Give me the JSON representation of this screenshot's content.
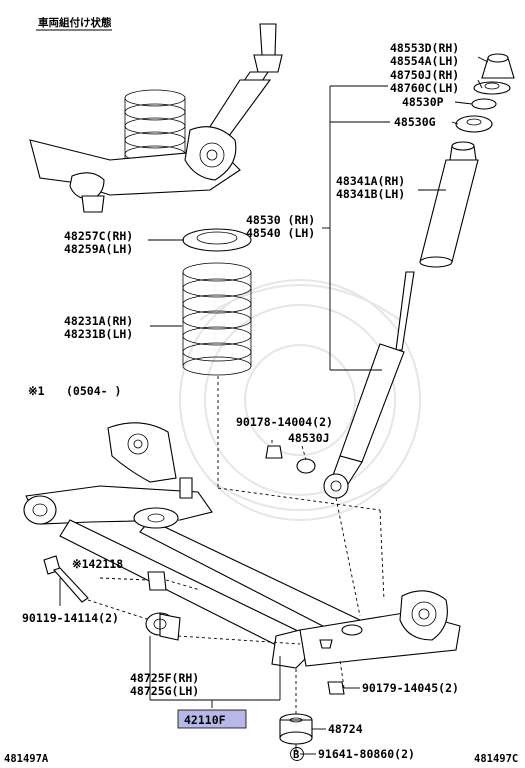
{
  "header": {
    "text": "車両組付け状態"
  },
  "note": {
    "marker": "※1",
    "range": "(0504-    )"
  },
  "parts": {
    "p48553D": "48553D(RH)",
    "p48554A": "48554A(LH)",
    "p48750J": "48750J(RH)",
    "p48760C": "48760C(LH)",
    "p48530P": "48530P",
    "p48530G": "48530G",
    "p48341A": "48341A(RH)",
    "p48341B": "48341B(LH)",
    "p48530": "48530 (RH)",
    "p48540": "48540 (LH)",
    "p48257C": "48257C(RH)",
    "p48259A": "48259A(LH)",
    "p48231A": "48231A(RH)",
    "p48231B": "48231B(LH)",
    "p90178": "90178-14004(2)",
    "p48530J": "48530J",
    "p42118": "※142118",
    "p90119": "90119-14114(2)",
    "p48725F": "48725F(RH)",
    "p48725G": "48725G(LH)",
    "p42110F": "42110F",
    "p90179": "90179-14045(2)",
    "p48724": "48724",
    "p91641_prefix": "B",
    "p91641": "91641-80860(2)"
  },
  "footer": {
    "left_code": "481497A",
    "right_code": "481497C"
  },
  "colors": {
    "highlight": "#b8b8e8",
    "line": "#000000",
    "watermark": "#e6e6e6"
  }
}
